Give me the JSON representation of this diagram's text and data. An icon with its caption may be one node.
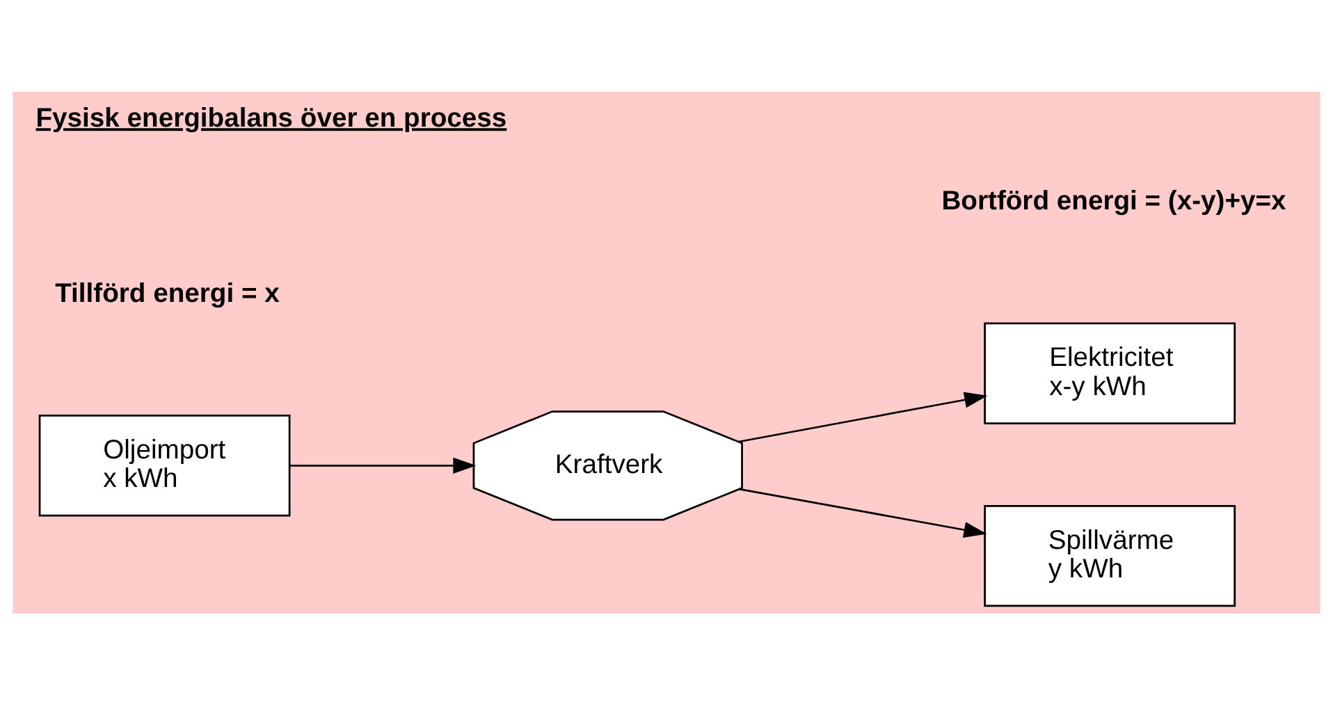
{
  "diagram": {
    "title": "Fysisk energibalans över en process",
    "nodes": [
      {
        "text": [
          "Oljeimport",
          "x kWh"
        ]
      },
      {
        "text": [
          "Kraftverk"
        ]
      },
      {
        "text": [
          "Elektricitet",
          "x-y kWh"
        ]
      },
      {
        "text": [
          "Spillvärme",
          "y kWh"
        ]
      }
    ],
    "edges": [
      {
        "from": 0,
        "to": 1,
        "arrow": "to"
      },
      {
        "from": 1,
        "to": 2,
        "arrow": "to"
      },
      {
        "from": 1,
        "to": 3,
        "arrow": "to"
      }
    ],
    "labels": [
      "Tillförd energi = x",
      "Bortförd energi = (x-y)+y=x"
    ]
  }
}
